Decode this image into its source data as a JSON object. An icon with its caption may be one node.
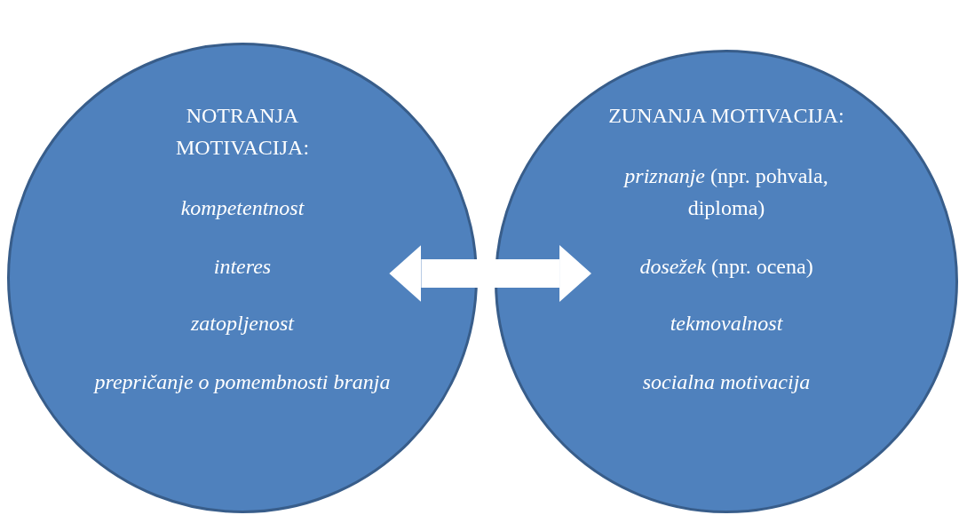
{
  "diagram": {
    "nodes": [
      {
        "text": [
          "NOTRANJA MOTIVACIJA:",
          "kompetentnost",
          "interes",
          "zatopljenost",
          "prepričanje o pomembnosti branja"
        ]
      },
      {
        "text": [
          "ZUNANJA MOTIVACIJA:",
          "*priznanje* (npr. pohvala, diploma)",
          "*dosežek* (npr. ocena)",
          "tekmovalnost",
          "socialna motivacija"
        ]
      }
    ],
    "edges": [
      {
        "from": 0,
        "to": 1,
        "arrow": "both",
        "color": "#ffffff"
      }
    ]
  }
}
